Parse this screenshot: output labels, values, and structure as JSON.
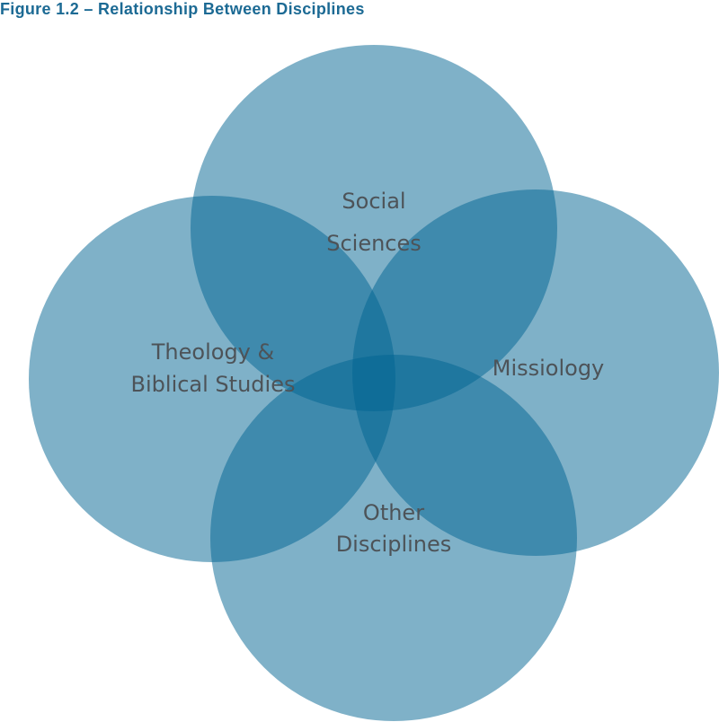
{
  "title": {
    "figure": "Figure 1.2",
    "separator": "–",
    "text": "Relationship Between Disciplines"
  },
  "colors": {
    "circle_fill": "#006391",
    "title": "#1c6a94",
    "label": "#4d5358"
  },
  "circles": [
    {
      "id": "social-sciences",
      "lines": [
        "Social",
        "Sciences"
      ]
    },
    {
      "id": "theology",
      "lines": [
        "Theology &",
        "Biblical Studies"
      ]
    },
    {
      "id": "missiology",
      "lines": [
        "Missiology"
      ]
    },
    {
      "id": "other-disciplines",
      "lines": [
        "Other",
        "Disciplines"
      ]
    }
  ]
}
